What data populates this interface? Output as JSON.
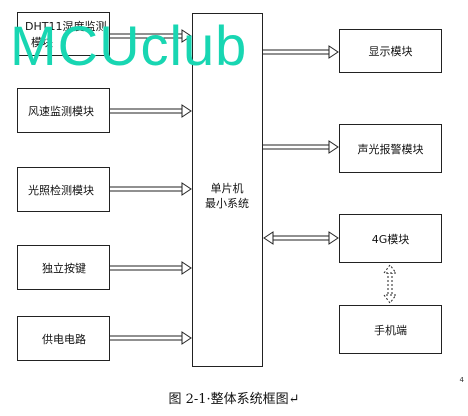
{
  "left_modules": [
    {
      "id": "dht11",
      "line1": "DHT11湿度监测",
      "line2": "模块"
    },
    {
      "id": "wind",
      "label": "风速监测模块"
    },
    {
      "id": "light",
      "label": "光照检测模块"
    },
    {
      "id": "buttons",
      "label": "独立按键"
    },
    {
      "id": "power",
      "label": "供电电路"
    }
  ],
  "mcu": {
    "line1": "单片机",
    "line2": "最小系统"
  },
  "right_modules": [
    {
      "id": "display",
      "label": "显示模块"
    },
    {
      "id": "buzzer",
      "label": "声光报警模块"
    },
    {
      "id": "g4",
      "label": "4G模块"
    },
    {
      "id": "phone",
      "label": "手机端"
    }
  ],
  "watermark": "MCUclub",
  "caption": "图 2-1·整体系统框图↵",
  "page_number": "4"
}
